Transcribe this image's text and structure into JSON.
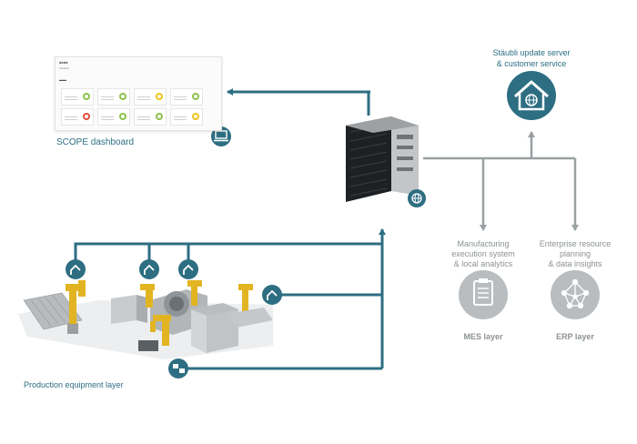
{
  "labels": {
    "scope_dashboard": "SCOPE dashboard",
    "update_server": [
      "Stäubli update server",
      "& customer service"
    ],
    "mes_desc": [
      "Manufacturing",
      "execution system",
      "& local analytics"
    ],
    "erp_desc": [
      "Enterprise resource",
      "planning",
      "& data insights"
    ],
    "mes_layer": "MES layer",
    "erp_layer": "ERP layer",
    "production_layer": "Production equipment layer"
  },
  "colors": {
    "teal": "#2d6e82",
    "grey_line": "#9a9fa2",
    "grey_circle": "#b9bdbf",
    "yellow_robot": "#e2b422",
    "machine_grey": "#c9ccce",
    "dark_controller": "#2a2d30"
  },
  "icons": {
    "server": "house-globe-icon",
    "laptop": "laptop-icon",
    "controller": "globe-network-icon",
    "mes": "clipboard-icon",
    "erp": "network-nodes-icon",
    "equipment": "robot-arm-icon",
    "equipment_alt": "gear-link-icon"
  }
}
